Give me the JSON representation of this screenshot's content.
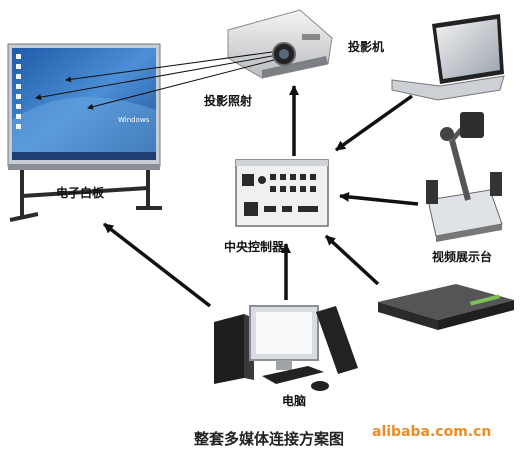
{
  "labels": {
    "projector": "投影机",
    "projection": "投影照射",
    "whiteboard": "电子白板",
    "controller": "中央控制器",
    "visualizer": "视频展示台",
    "computer": "电脑"
  },
  "caption": "整套多媒体连接方案图",
  "watermark": "alibaba.com.cn",
  "screen_brand": "Windows",
  "colors": {
    "arrow": "#111111",
    "screen": "#2a6fb8"
  }
}
